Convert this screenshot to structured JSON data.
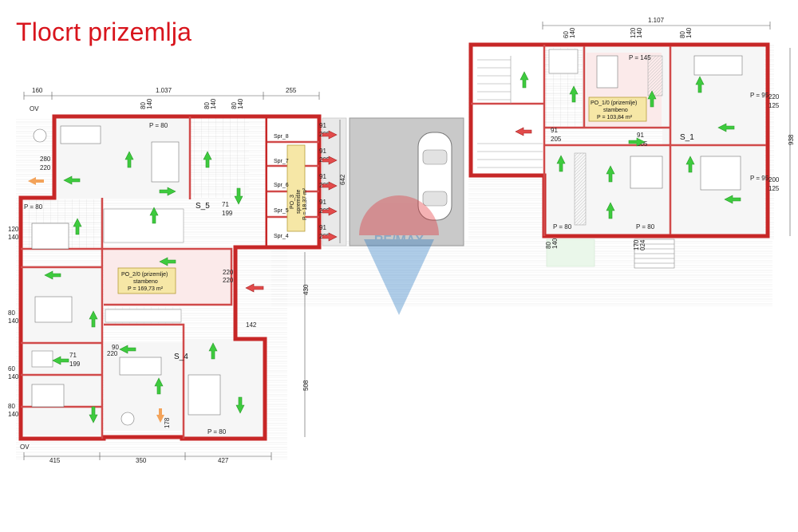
{
  "title": "Tlocrt prizemlja",
  "dimensions": {
    "top_left": [
      "160",
      "1.037",
      "255"
    ],
    "top_right": "1.107",
    "bottom": [
      "415",
      "350",
      "427"
    ],
    "vertical": [
      "642",
      "430",
      "508",
      "938"
    ],
    "misc": [
      "280",
      "220",
      "142",
      "178"
    ]
  },
  "units": {
    "left": {
      "code": "PO_2/0 (prizemlje)",
      "type": "stambeno",
      "area": "P = 169,73 m²"
    },
    "right": {
      "code": "PO_1/0 (prizemlje)",
      "type": "stambeno",
      "area": "P = 103,84 m²"
    },
    "storage": {
      "code": "PO_3",
      "type": "spremište",
      "area": "P = 18,37 m²"
    }
  },
  "rooms": {
    "s5": "S_5",
    "s4": "S_4",
    "s1": "S_1",
    "spr": [
      "Spr_8",
      "Spr_7",
      "Spr_6",
      "Spr_5",
      "Spr_4"
    ]
  },
  "openings": {
    "p80": "P = 80",
    "p145": "P = 145",
    "p95": "P = 95",
    "w120_140": [
      "120",
      "140"
    ],
    "w80_140": [
      "80",
      "140"
    ],
    "w91_205": [
      "91",
      "205"
    ],
    "w220_125": [
      "220",
      "125"
    ],
    "w200_125": [
      "200",
      "125"
    ],
    "w71_199": [
      "71",
      "199"
    ],
    "w60_140": [
      "60",
      "140"
    ],
    "w90_220": [
      "90",
      "220"
    ],
    "w220_220": [
      "220",
      "220"
    ],
    "w170_024": [
      "170",
      "024"
    ],
    "w80_140b": [
      "80",
      "140"
    ],
    "ov": "OV"
  },
  "watermark": "RE/MAX"
}
